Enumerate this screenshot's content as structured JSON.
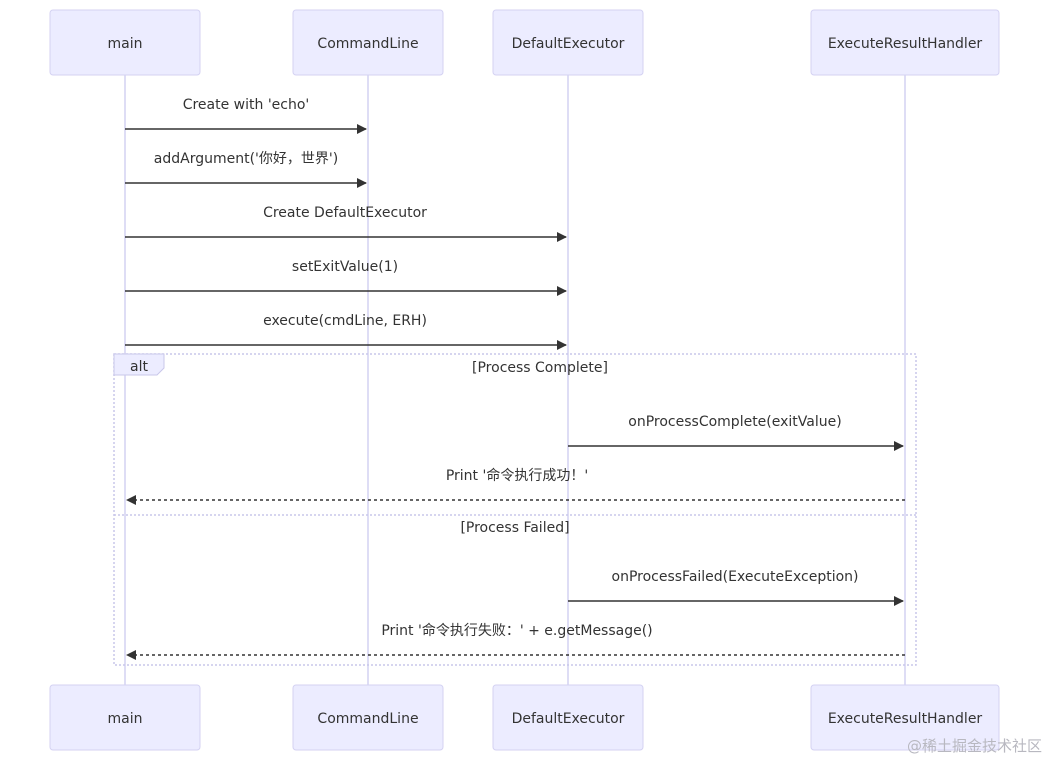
{
  "participants": [
    {
      "id": "main",
      "label": "main"
    },
    {
      "id": "cmd",
      "label": "CommandLine"
    },
    {
      "id": "exec",
      "label": "DefaultExecutor"
    },
    {
      "id": "erh",
      "label": "ExecuteResultHandler"
    }
  ],
  "messages": [
    {
      "from": "main",
      "to": "cmd",
      "label": "Create with 'echo'",
      "style": "solid"
    },
    {
      "from": "main",
      "to": "cmd",
      "label": "addArgument('你好，世界')",
      "style": "solid"
    },
    {
      "from": "main",
      "to": "exec",
      "label": "Create DefaultExecutor",
      "style": "solid"
    },
    {
      "from": "main",
      "to": "exec",
      "label": "setExitValue(1)",
      "style": "solid"
    },
    {
      "from": "main",
      "to": "exec",
      "label": "execute(cmdLine, ERH)",
      "style": "solid"
    },
    {
      "from": "exec",
      "to": "erh",
      "label": "onProcessComplete(exitValue)",
      "style": "solid"
    },
    {
      "from": "erh",
      "to": "main",
      "label": "Print '命令执行成功！'",
      "style": "dashed"
    },
    {
      "from": "exec",
      "to": "erh",
      "label": "onProcessFailed(ExecuteException)",
      "style": "solid"
    },
    {
      "from": "erh",
      "to": "main",
      "label": "Print '命令执行失败：' + e.getMessage()",
      "style": "dashed"
    }
  ],
  "alt_frame": {
    "keyword": "alt",
    "sections": [
      {
        "condition": "[Process Complete]"
      },
      {
        "condition": "[Process Failed]"
      }
    ]
  },
  "watermark": "@稀土掘金技术社区"
}
